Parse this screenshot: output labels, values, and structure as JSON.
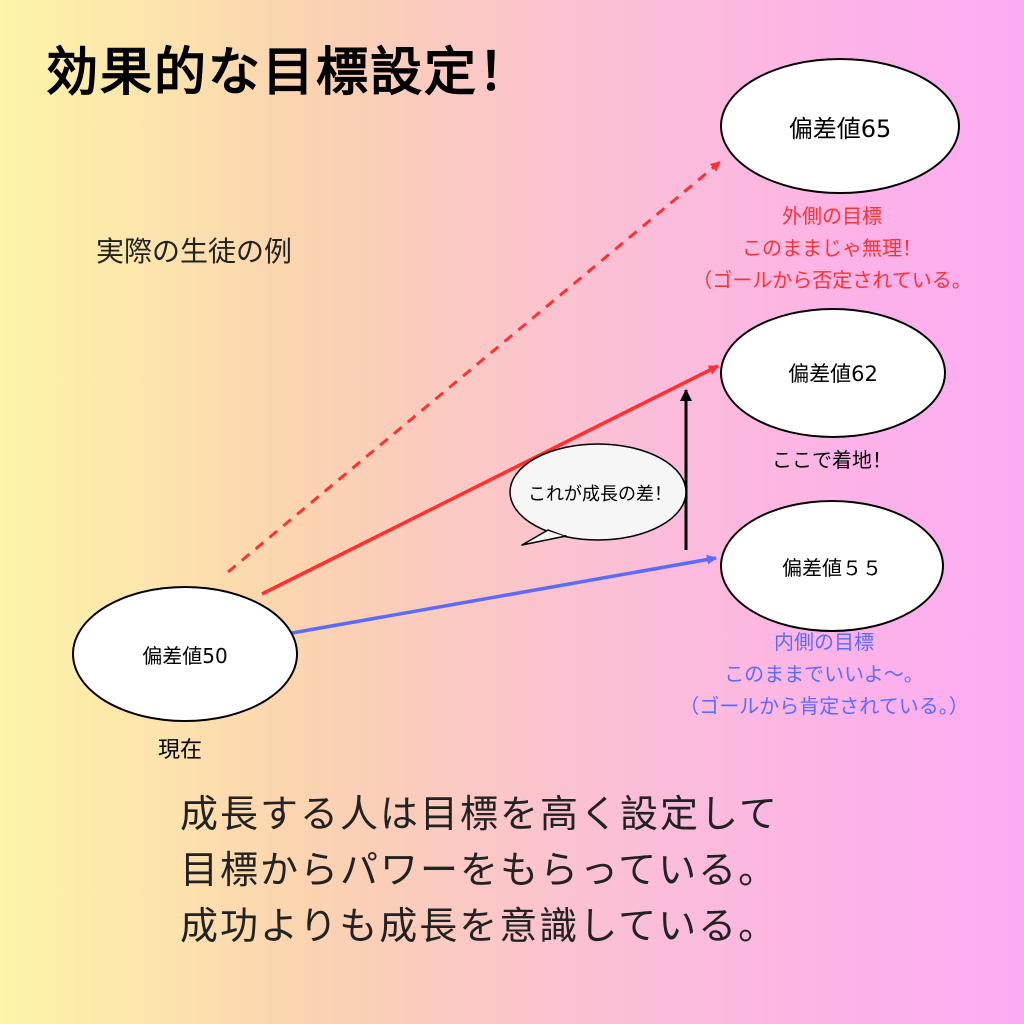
{
  "title": "効果的な目標設定！",
  "subtitle": "実際の生徒の例",
  "nodes": {
    "target65": "偏差値65",
    "target62": "偏差値62",
    "target55": "偏差値５５",
    "current50": "偏差値50"
  },
  "outer_note": [
    "外側の目標",
    "このままじゃ無理！",
    "（ゴールから否定されている。"
  ],
  "landing_label": "ここで着地！",
  "inner_note": [
    "内側の目標",
    "このままでいいよ〜。",
    "（ゴールから肯定されている。）"
  ],
  "current_label": "現在",
  "speech_bubble": "これが成長の差！",
  "bottom_text": [
    "成長する人は目標を高く設定して",
    "目標からパワーをもらっている。",
    "成功よりも成長を意識している。"
  ],
  "colors": {
    "red_arrow": "#ff3131",
    "blue_arrow": "#5b6bff",
    "black_arrow": "#000000",
    "red_text": "#ff3131",
    "blue_text": "#5b6bff"
  }
}
